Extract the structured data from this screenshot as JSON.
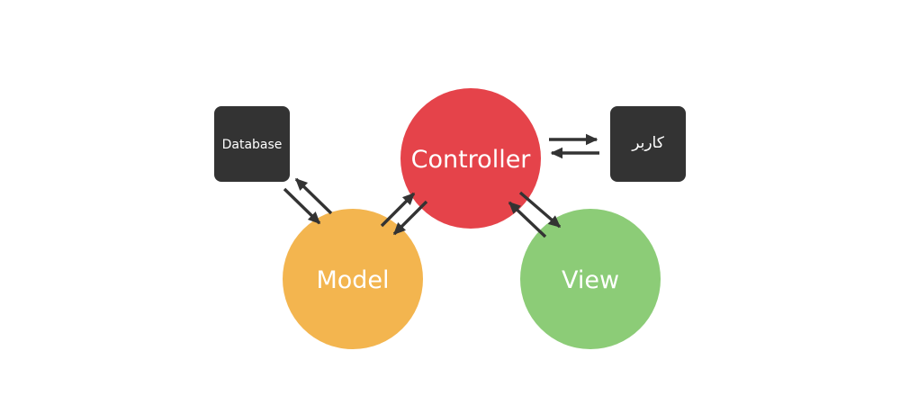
{
  "nodes": {
    "controller": {
      "label": "Controller",
      "color": "#E5434A"
    },
    "model": {
      "label": "Model",
      "color": "#F3B54F"
    },
    "view": {
      "label": "View",
      "color": "#8CCC77"
    },
    "database": {
      "label": "Database",
      "color": "#333333"
    },
    "user": {
      "label": "کاربر",
      "color": "#333333"
    }
  },
  "connections": [
    {
      "from": "database",
      "to": "model",
      "bidirectional": true
    },
    {
      "from": "model",
      "to": "controller",
      "bidirectional": true
    },
    {
      "from": "controller",
      "to": "view",
      "bidirectional": true
    },
    {
      "from": "controller",
      "to": "user",
      "bidirectional": true
    }
  ],
  "arrow_color": "#333333",
  "background": "#FFFFFF"
}
